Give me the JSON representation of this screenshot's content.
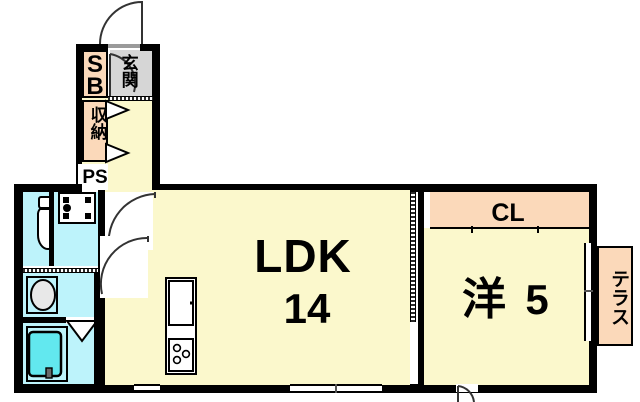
{
  "plan": {
    "title": "Japanese apartment floor plan",
    "layout_type": "1LDK",
    "rooms": [
      {
        "id": "ldk",
        "label": "LDK",
        "size_label": "14",
        "unit": "tatami",
        "fill": "#fbf8cc"
      },
      {
        "id": "washitsu",
        "label": "洋",
        "size_label": "5",
        "unit": "tatami",
        "fill": "#fbf8cc"
      },
      {
        "id": "closet",
        "label": "CL",
        "fill": "#fbd9ba"
      },
      {
        "id": "terrace",
        "label": "テラス",
        "fill": "#fbd9ba"
      },
      {
        "id": "genkan",
        "label": "玄関",
        "fill": "#d6d6d6"
      },
      {
        "id": "shoebox",
        "label": "SB",
        "fill": "#fbd9ba"
      },
      {
        "id": "storage",
        "label": "収納",
        "fill": "#fbd9ba"
      },
      {
        "id": "pipe-shaft",
        "label": "PS",
        "fill": "#ffffff"
      }
    ],
    "labels": {
      "ldk": "LDK",
      "ldk_size": "14",
      "washitsu": "洋",
      "washitsu_size": "5",
      "closet": "CL",
      "terrace": "テラス",
      "genkan": "玄関",
      "shoebox_line1": "S",
      "shoebox_line2": "B",
      "storage": "収納",
      "pipe_shaft": "PS"
    },
    "fixtures": [
      {
        "name": "toilet",
        "room": "toilet-room"
      },
      {
        "name": "washing-machine-pan",
        "room": "washroom"
      },
      {
        "name": "washbasin",
        "room": "washroom"
      },
      {
        "name": "bathtub",
        "room": "bathroom"
      },
      {
        "name": "kitchen-sink",
        "room": "ldk"
      },
      {
        "name": "gas-stove-3-burner",
        "room": "ldk"
      }
    ],
    "colors": {
      "room_fill": "#fbf8cc",
      "closet_fill": "#fbd9ba",
      "wet_fill": "#bdf3fb",
      "tub_fill": "#62e8ef",
      "genkan_fill": "#d6d6d6",
      "wall": "#000000",
      "background": "#ffffff"
    }
  }
}
